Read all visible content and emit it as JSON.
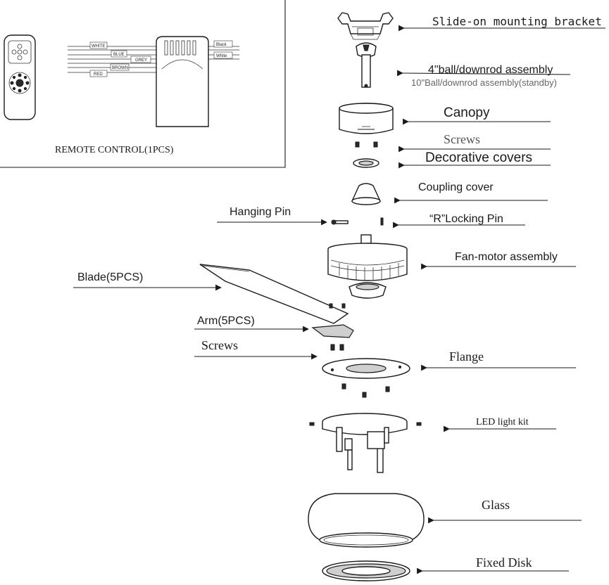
{
  "remote_box": {
    "caption": "REMOTE CONTROL(1PCS)",
    "wires_left": [
      "WHITE",
      "BLUE",
      "GREY",
      "BROWN",
      "RED"
    ],
    "wires_right": [
      "Black",
      "White"
    ]
  },
  "parts": [
    {
      "id": "bracket",
      "label": "Slide-on mounting bracket"
    },
    {
      "id": "downrod",
      "label": "4\"ball/downrod assembly",
      "sublabel": "10\"Ball/downrod assembly(standby)"
    },
    {
      "id": "canopy",
      "label": "Canopy"
    },
    {
      "id": "screws1",
      "label": "Screws"
    },
    {
      "id": "covers",
      "label": "Decorative covers"
    },
    {
      "id": "coupling",
      "label": "Coupling cover"
    },
    {
      "id": "hanging-pin",
      "label": "Hanging Pin"
    },
    {
      "id": "r-pin",
      "label": "“R”Locking Pin"
    },
    {
      "id": "motor",
      "label": "Fan-motor assembly"
    },
    {
      "id": "blade",
      "label": "Blade(5PCS)"
    },
    {
      "id": "arm",
      "label": "Arm(5PCS)"
    },
    {
      "id": "screws2",
      "label": "Screws"
    },
    {
      "id": "flange",
      "label": "Flange"
    },
    {
      "id": "led",
      "label": "LED light kit"
    },
    {
      "id": "glass",
      "label": "Glass"
    },
    {
      "id": "disk",
      "label": "Fixed Disk"
    }
  ]
}
